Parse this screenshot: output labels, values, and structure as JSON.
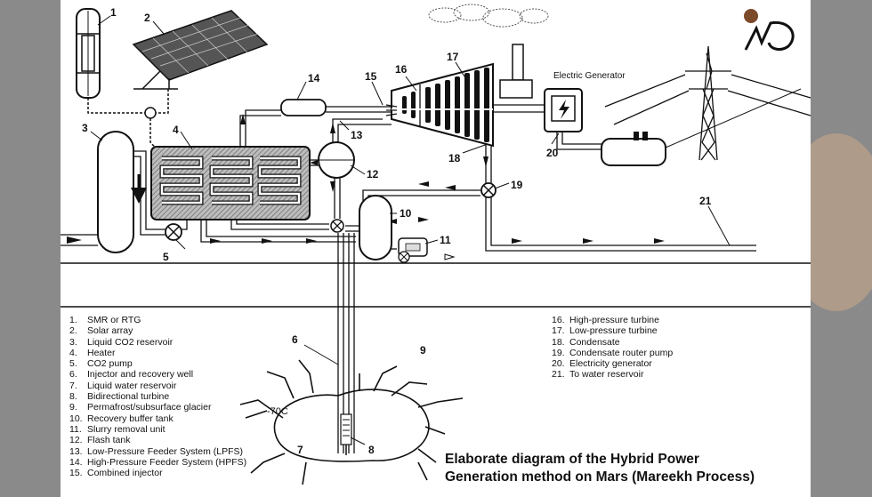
{
  "title_lines": [
    "Elaborate diagram of the Hybrid Power",
    "Generation method on Mars (Mareekh Process)"
  ],
  "generator_label": "Electric Generator",
  "temperature_label": "-70C",
  "legend_left": [
    {
      "n": "1.",
      "text": "SMR or RTG"
    },
    {
      "n": "2.",
      "text": "Solar array"
    },
    {
      "n": "3.",
      "text": "Liquid CO2 reservoir"
    },
    {
      "n": "4.",
      "text": "Heater"
    },
    {
      "n": "5.",
      "text": "CO2 pump"
    },
    {
      "n": "6.",
      "text": "Injector and recovery well"
    },
    {
      "n": "7.",
      "text": "Liquid water reservoir"
    },
    {
      "n": "8.",
      "text": "Bidirectional turbine"
    },
    {
      "n": "9.",
      "text": "Permafrost/subsurface glacier"
    },
    {
      "n": "10.",
      "text": "Recovery buffer tank"
    },
    {
      "n": "11.",
      "text": "Slurry removal unit"
    },
    {
      "n": "12.",
      "text": "Flash tank"
    },
    {
      "n": "13.",
      "text": "Low-Pressure Feeder System (LPFS)"
    },
    {
      "n": "14.",
      "text": "High-Pressure Feeder System (HPFS)"
    },
    {
      "n": "15.",
      "text": "Combined injector"
    }
  ],
  "legend_right": [
    {
      "n": "16.",
      "text": "High-pressure turbine"
    },
    {
      "n": "17.",
      "text": "Low-pressure turbine"
    },
    {
      "n": "18.",
      "text": "Condensate"
    },
    {
      "n": "19.",
      "text": "Condensate router pump"
    },
    {
      "n": "20.",
      "text": "Electricity generator"
    },
    {
      "n": "21.",
      "text": "To water reservoir"
    }
  ],
  "callouts": {
    "c1": "1",
    "c2": "2",
    "c3": "3",
    "c4": "4",
    "c5": "5",
    "c6": "6",
    "c7": "7",
    "c8": "8",
    "c9": "9",
    "c10": "10",
    "c11": "11",
    "c12": "12",
    "c13": "13",
    "c14": "14",
    "c15": "15",
    "c16": "16",
    "c17": "17",
    "c18": "18",
    "c19": "19",
    "c20": "20",
    "c21": "21"
  },
  "colors": {
    "line": "#1a1a1a",
    "heater_fill": "#9a9a9a",
    "frame_bg": "#ffffff",
    "outer_bg": "#8a8a8a"
  }
}
